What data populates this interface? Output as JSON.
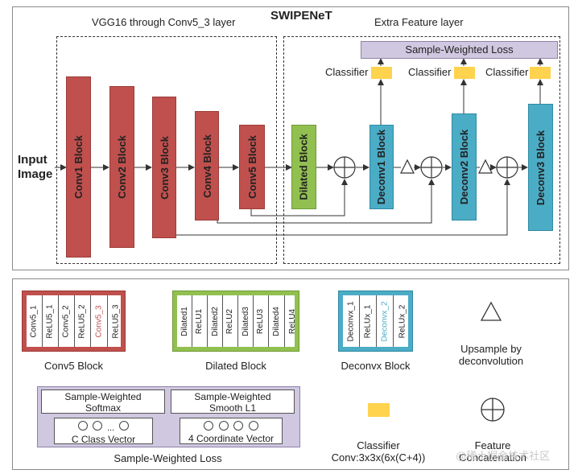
{
  "title": "SWIPENeT",
  "sections": {
    "vgg": "VGG16 through Conv5_3 layer",
    "extra": "Extra Feature layer"
  },
  "input_label": [
    "Input",
    "Image"
  ],
  "blocks": {
    "conv1": "Conv1 Block",
    "conv2": "Conv2 Block",
    "conv3": "Conv3 Block",
    "conv4": "Conv4 Block",
    "conv5": "Conv5 Block",
    "dilated": "Dilated Block",
    "deconv1": "Deconv1 Block",
    "deconv2": "Deconv2 Block",
    "deconv3": "Deconv3 Block"
  },
  "loss_bar": "Sample-Weighted Loss",
  "classifier_label": "Classifier",
  "legend": {
    "conv5_cells": [
      "Conv5_1",
      "ReLU5_1",
      "Conv5_2",
      "ReLU5_2",
      "Conv5_3",
      "ReLU5_3"
    ],
    "conv5_caption": "Conv5 Block",
    "dilated_cells": [
      "Dilated1",
      "ReLU1",
      "Dilated2",
      "ReLU2",
      "Dilated3",
      "ReLU3",
      "Dilated4",
      "ReLU4"
    ],
    "dilated_caption": "Dilated Block",
    "deconv_cells": [
      "Deconvx_1",
      "ReLUx_1",
      "Deconvx_2",
      "ReLUx_2"
    ],
    "deconv_caption": "Deconvx Block",
    "upsample_caption": [
      "Upsample by",
      "deconvolution"
    ],
    "softmax": [
      "Sample-Weighted",
      "Softmax"
    ],
    "smoothl1": [
      "Sample-Weighted",
      "Smooth L1"
    ],
    "class_vector": "C Class Vector",
    "coord_vector": "4 Coordinate Vector",
    "ellipsis": "...",
    "loss_caption": "Sample-Weighted Loss",
    "classifier_caption": [
      "Classifier",
      "Conv:3x3x(6x(C+4))"
    ],
    "feature_caption": [
      "Feature",
      "Concatenation"
    ]
  },
  "colors": {
    "conv": "#c0504d",
    "dilated": "#92c050",
    "deconv": "#4bacc6",
    "classifier": "#ffd34d",
    "loss": "#d0c8e0",
    "highlight_text": "#c0504d",
    "highlight_text_blue": "#4bacc6"
  },
  "watermark": "@稀土掘金技术社区"
}
